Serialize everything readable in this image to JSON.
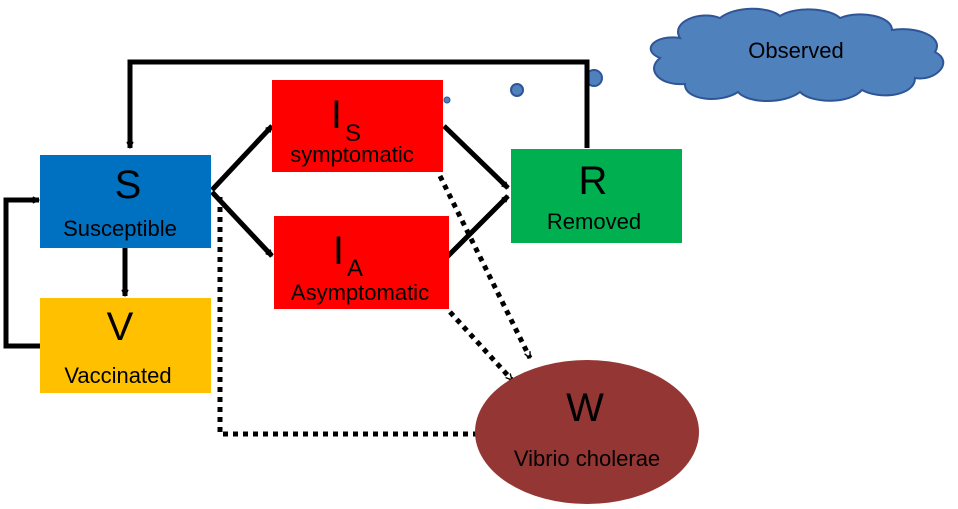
{
  "nodes": {
    "susceptible": {
      "letter": "S",
      "label": "Susceptible",
      "color": "#0070C0"
    },
    "vaccinated": {
      "letter": "V",
      "label": "Vaccinated",
      "color": "#FFC000"
    },
    "infected_symptomatic": {
      "letter": "I",
      "subscript": "S",
      "label": "symptomatic",
      "color": "#FF0000"
    },
    "infected_asymptomatic": {
      "letter": "I",
      "subscript": "A",
      "label": "Asymptomatic",
      "color": "#FF0000"
    },
    "removed": {
      "letter": "R",
      "label": "Removed",
      "color": "#00B050"
    },
    "vibrio": {
      "letter": "W",
      "label": "Vibrio cholerae",
      "color": "#943634"
    }
  },
  "callout": {
    "label": "Observed",
    "color": "#4F81BD",
    "border_color": "#2F5597"
  },
  "edges": [
    {
      "from": "S",
      "to": "I_S",
      "style": "solid"
    },
    {
      "from": "S",
      "to": "I_A",
      "style": "solid"
    },
    {
      "from": "S",
      "to": "V",
      "style": "solid"
    },
    {
      "from": "V",
      "to": "S",
      "style": "solid"
    },
    {
      "from": "R",
      "to": "S",
      "style": "solid"
    },
    {
      "from": "I_S",
      "to": "R",
      "style": "solid"
    },
    {
      "from": "I_A",
      "to": "R",
      "style": "solid"
    },
    {
      "from": "I_S",
      "to": "W",
      "style": "dotted"
    },
    {
      "from": "I_A",
      "to": "W",
      "style": "dotted"
    },
    {
      "from": "W",
      "to": "S",
      "style": "dotted"
    }
  ]
}
